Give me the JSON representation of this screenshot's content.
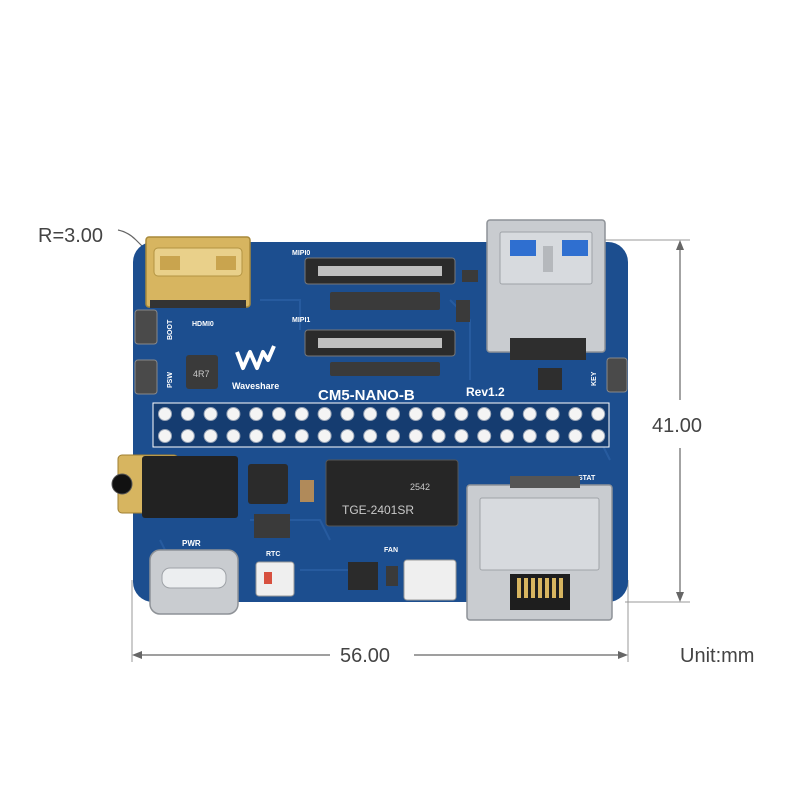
{
  "dimensions": {
    "corner_radius_label": "R=3.00",
    "height_label": "41.00",
    "width_label": "56.00",
    "unit_label": "Unit:mm"
  },
  "board": {
    "model": "CM5-NANO-B",
    "revision": "Rev1.2",
    "brand": "Waveshare",
    "colors": {
      "pcb": "#1c4e8f",
      "silkscreen": "#ffffff",
      "gold": "#d7b560",
      "metal": "#c9ccd0"
    }
  },
  "labels": {
    "mipi0": "MIPI0",
    "mipi1": "MIPI1",
    "hdmi0": "HDMI0",
    "boot": "BOOT",
    "pwr_button": "PSW",
    "inductor": "4R7",
    "key": "KEY",
    "stat": "STAT",
    "pwr": "PWR",
    "rtc": "RTC",
    "fan": "FAN",
    "chip_code": "2542",
    "chip_part": "TGE-2401SR"
  }
}
